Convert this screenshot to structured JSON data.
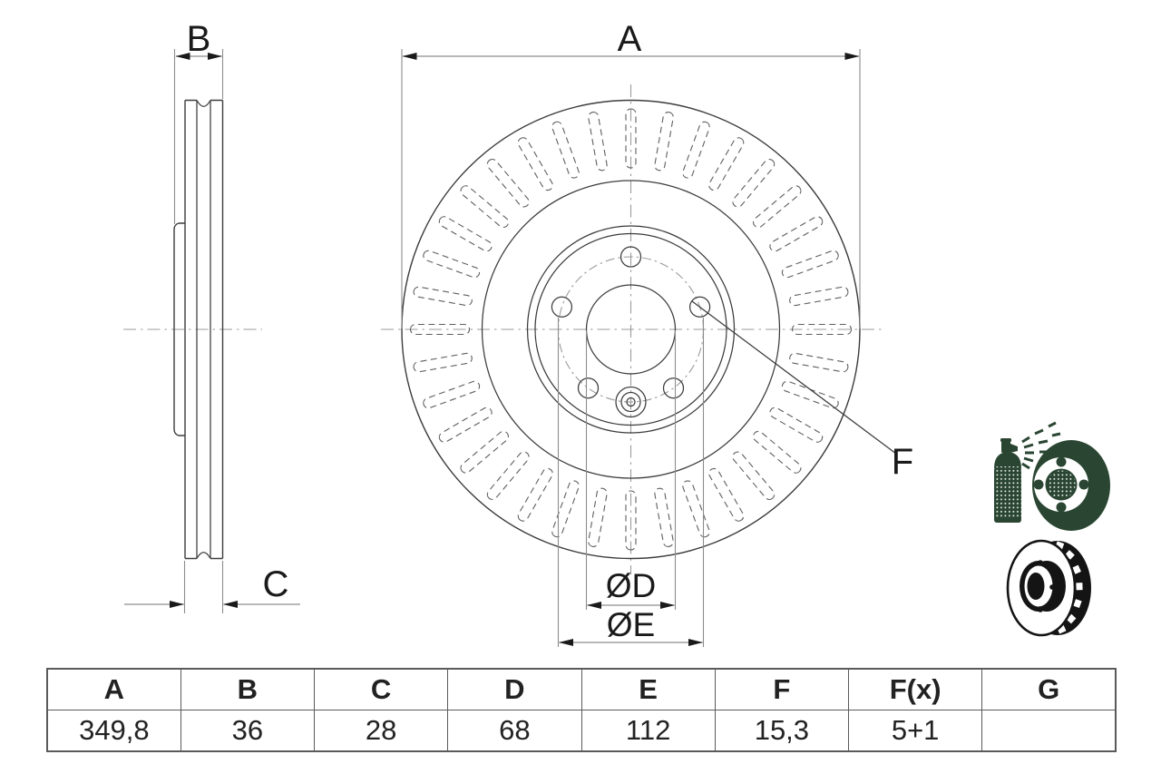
{
  "title": "brake-disc-technical-drawing",
  "dimension_labels": {
    "a": "A",
    "b": "B",
    "c": "C",
    "d": "ØD",
    "e": "ØE",
    "f": "F"
  },
  "spec_table": {
    "headers": [
      "A",
      "B",
      "C",
      "D",
      "E",
      "F",
      "F(x)",
      "G"
    ],
    "values": [
      "349,8",
      "36",
      "28",
      "68",
      "112",
      "15,3",
      "5+1",
      ""
    ]
  },
  "icons": {
    "spray_coating": "coated-disc-spray-pictogram",
    "vented_disc": "vented-brake-disc-pictogram"
  },
  "colors": {
    "outline": "#3c3c3c",
    "dimension": "#8d8d8d",
    "centerline": "#9b9b9b",
    "label": "#1a1a1a",
    "table-border": "#5a5a5a",
    "table-text": "#222222",
    "icon-green": "#2a4632",
    "icon-black": "#141414"
  }
}
